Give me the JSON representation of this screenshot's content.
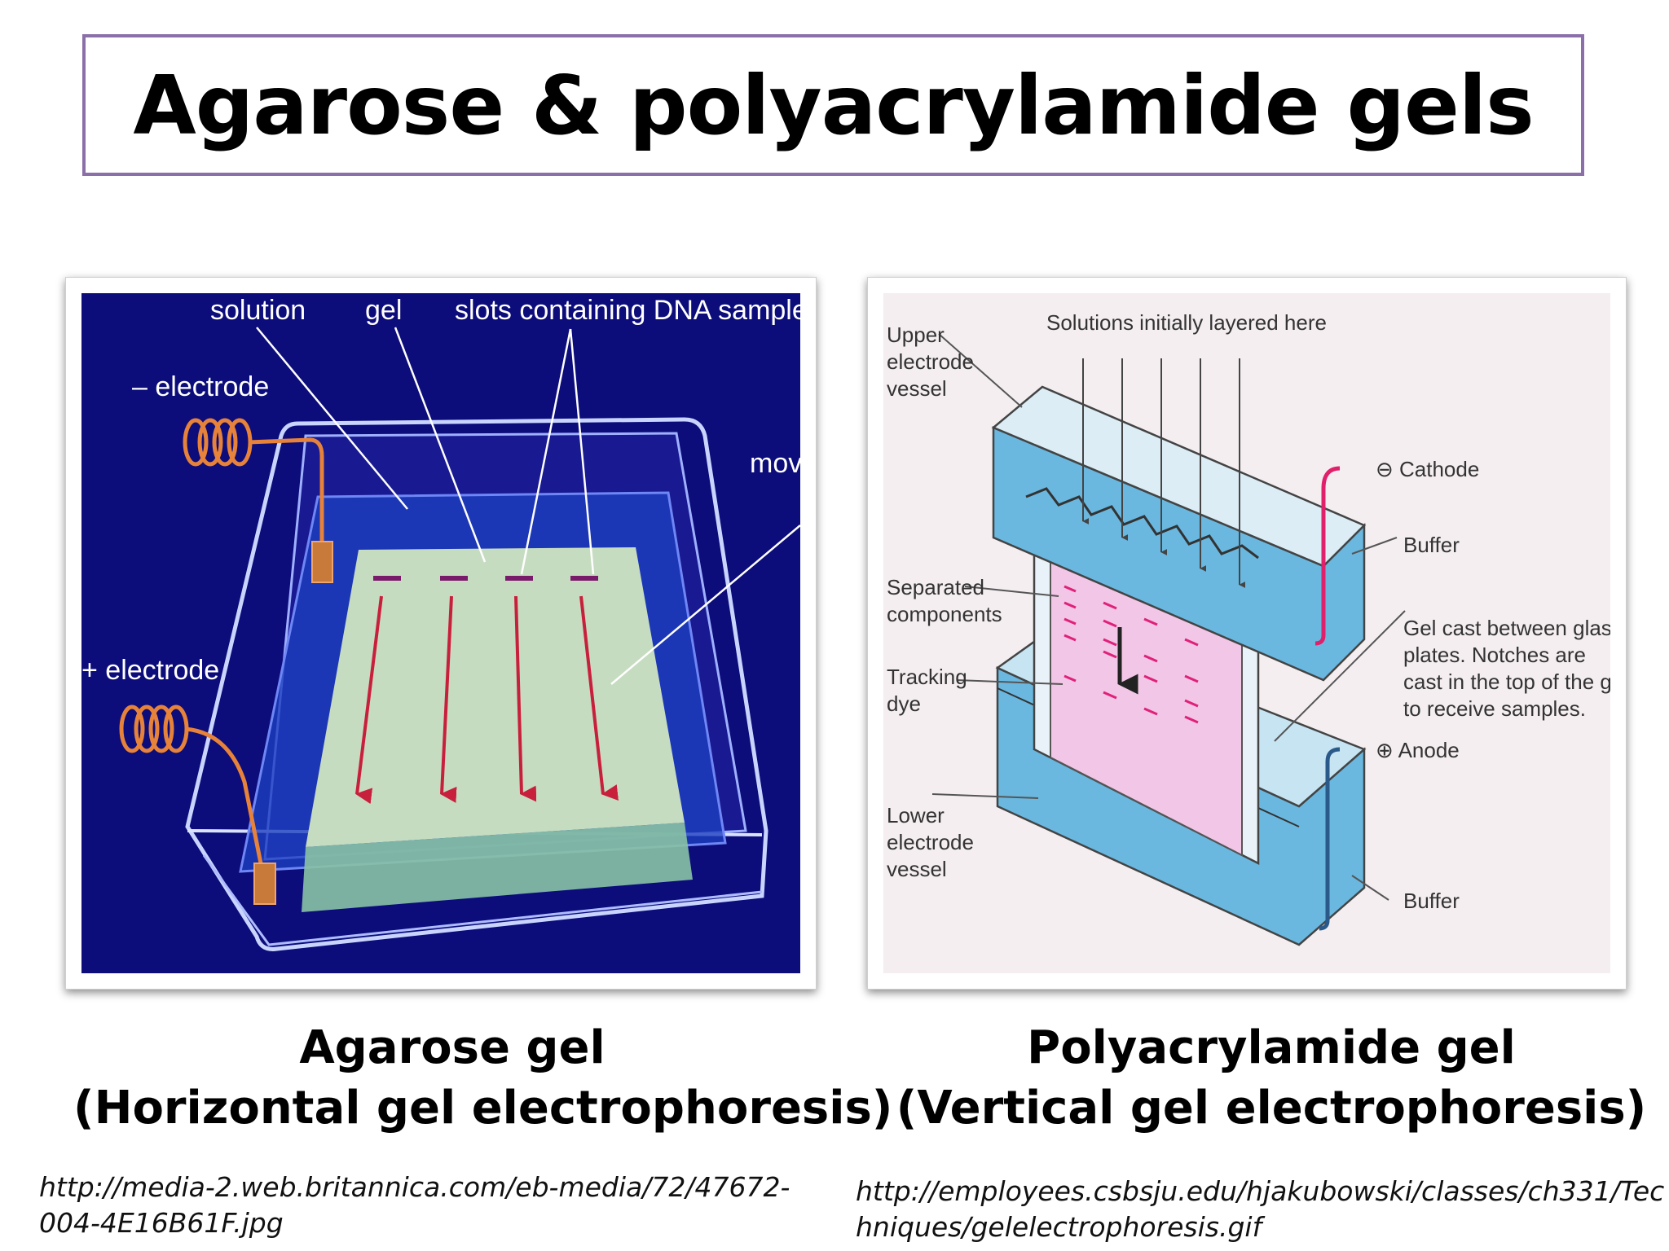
{
  "slide": {
    "title": "Agarose & polyacrylamide gels",
    "left_figure": {
      "labels": {
        "solution": "solution",
        "gel": "gel",
        "slots": "slots containing DNA sample",
        "neg_electrode": "– electrode",
        "pos_electrode": "+ electrode",
        "mov": "mov"
      },
      "caption_line1": "Agarose gel",
      "caption_line2": "(Horizontal gel electrophoresis)",
      "source_line1": "http://media-2.web.britannica.com/eb-media/72/47672-",
      "source_line2": "004-4E16B61F.jpg"
    },
    "right_figure": {
      "labels": {
        "solutions_layered": "Solutions initially layered here",
        "upper_vessel_1": "Upper",
        "upper_vessel_2": "electrode",
        "upper_vessel_3": "vessel",
        "cathode": "⊖ Cathode",
        "buffer_top": "Buffer",
        "separated_1": "Separated",
        "separated_2": "components",
        "gel_cast_1": "Gel cast between glass",
        "gel_cast_2": "plates.  Notches are",
        "gel_cast_3": "cast in the top of the gel",
        "gel_cast_4": "to receive samples.",
        "tracking_1": "Tracking",
        "tracking_2": "dye",
        "anode": "⊕ Anode",
        "lower_vessel_1": "Lower",
        "lower_vessel_2": "electrode",
        "lower_vessel_3": "vessel",
        "buffer_bottom": "Buffer"
      },
      "caption_line1": "Polyacrylamide gel",
      "caption_line2": "(Vertical gel electrophoresis)",
      "source_line1": "http://employees.csbsju.edu/hjakubowski/classes/ch331/Tec",
      "source_line2": "hniques/gelelectrophoresis.gif"
    },
    "colors": {
      "frame": "#8a6fa8",
      "left_background": "#0c0c7a",
      "agarose_gel": "#c6dcc0",
      "buffer_blue": "#5bb6e0",
      "gel_pink": "#f2c6e6",
      "band_magenta": "#e0207a",
      "lane_arrow_red": "#c8203c"
    }
  }
}
